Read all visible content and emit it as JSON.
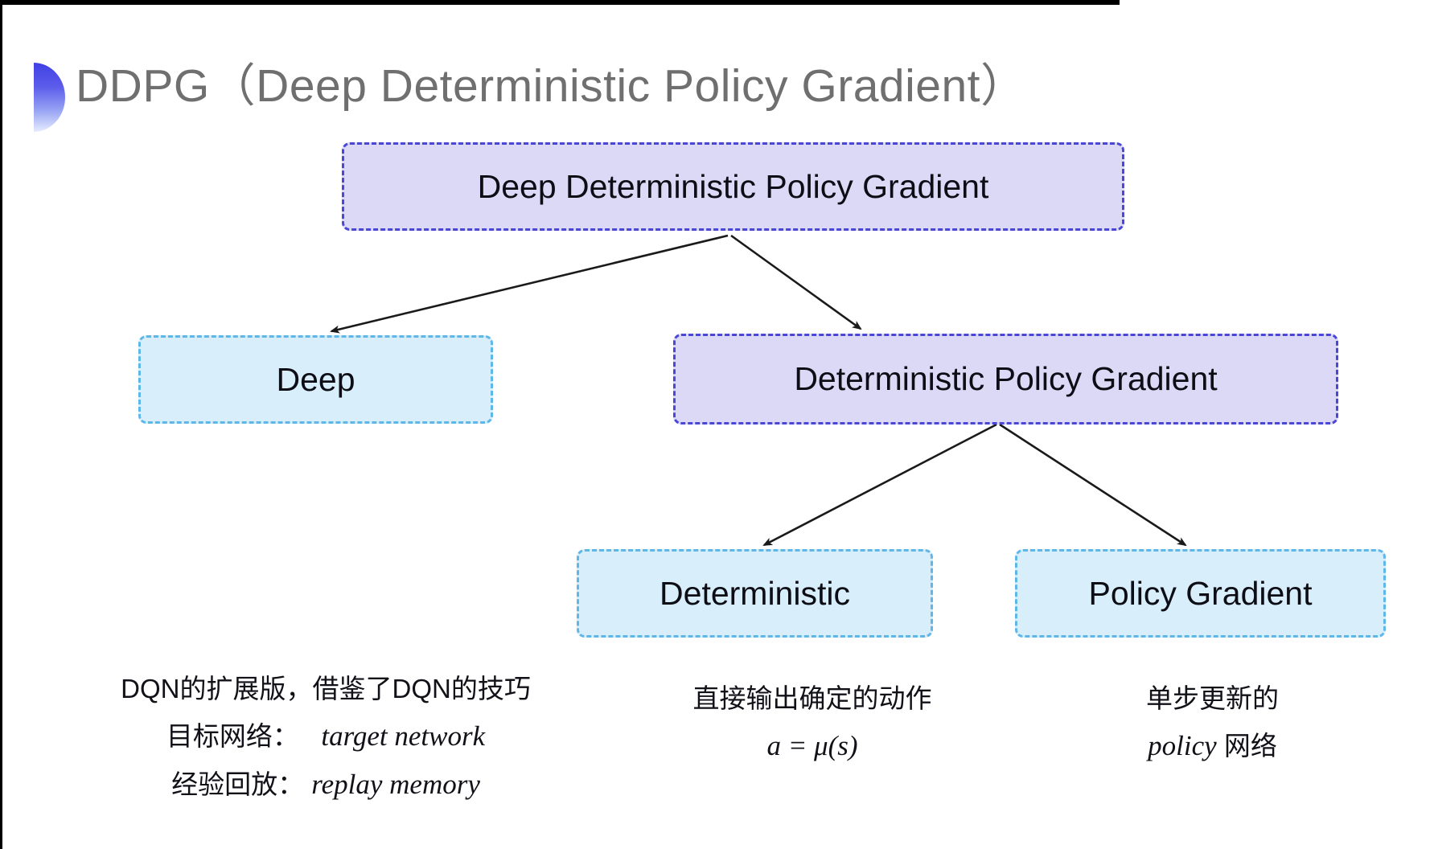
{
  "title": {
    "text": "DDPG（Deep Deterministic Policy Gradient）"
  },
  "tree": {
    "root": "Deep Deterministic Policy Gradient",
    "deep": "Deep",
    "dpg": "Deterministic Policy Gradient",
    "deterministic": "Deterministic",
    "policy_gradient": "Policy Gradient"
  },
  "notes": {
    "dqn": {
      "line1": "DQN的扩展版，借鉴了DQN的技巧",
      "target_label": "目标网络：",
      "target_value": "target network",
      "replay_label": "经验回放：",
      "replay_value": "replay memory"
    },
    "deterministic": {
      "line1": "直接输出确定的动作",
      "formula": "a = μ(s)"
    },
    "policy": {
      "line1": "单步更新的",
      "word_italic": "policy",
      "word_rest": " 网络"
    }
  },
  "colors": {
    "purple_fill": "#dcd9f7",
    "purple_border": "#4a47d6",
    "cyan_fill": "#d9eefb",
    "cyan_border": "#5fb7e8",
    "title_text": "#6f6f6f",
    "box_text": "#0d0d15",
    "arrow": "#1a1a1a",
    "bullet_gradient_top": "#4040e4",
    "bullet_gradient_bottom": "#e6ecfe",
    "frame_edge": "#000000"
  }
}
